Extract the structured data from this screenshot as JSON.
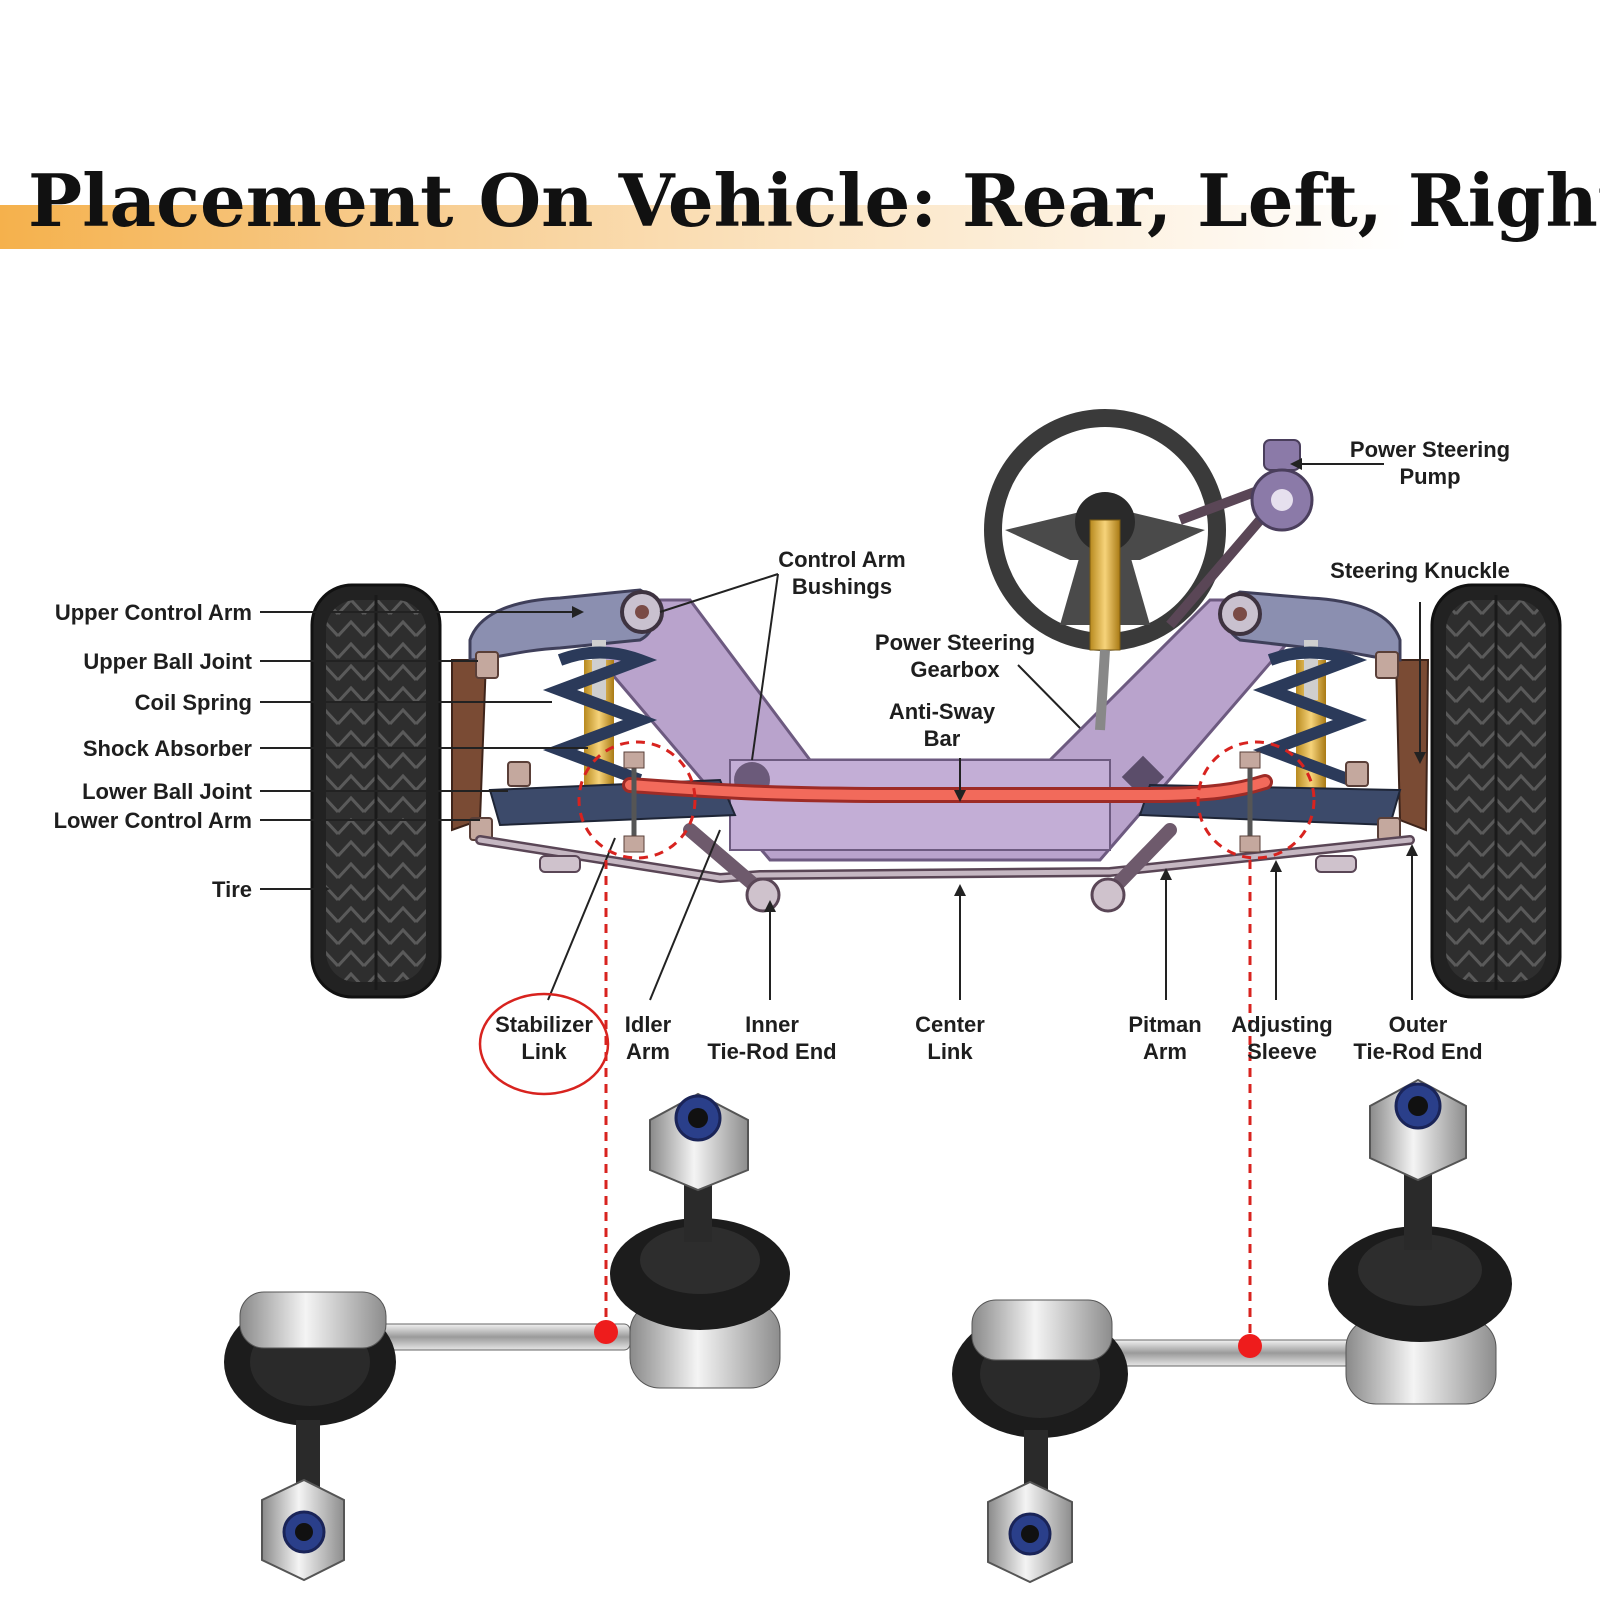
{
  "title": "Placement On Vehicle: Rear, Left, Right",
  "labels": {
    "upper_control_arm": "Upper Control Arm",
    "upper_ball_joint": "Upper Ball Joint",
    "coil_spring": "Coil Spring",
    "shock_absorber": "Shock Absorber",
    "lower_ball_joint": "Lower Ball Joint",
    "lower_control_arm": "Lower Control Arm",
    "tire": "Tire",
    "control_arm_bushings": [
      "Control Arm",
      "Bushings"
    ],
    "power_steering_gearbox": [
      "Power Steering",
      "Gearbox"
    ],
    "anti_sway_bar": [
      "Anti-Sway",
      "Bar"
    ],
    "power_steering_pump": [
      "Power Steering",
      "Pump"
    ],
    "steering_knuckle": "Steering Knuckle",
    "stabilizer_link": [
      "Stabilizer",
      "Link"
    ],
    "idler_arm": [
      "Idler",
      "Arm"
    ],
    "inner_tie_rod_end": [
      "Inner",
      "Tie-Rod End"
    ],
    "center_link": [
      "Center",
      "Link"
    ],
    "pitman_arm": [
      "Pitman",
      "Arm"
    ],
    "adjusting_sleeve": [
      "Adjusting",
      "Sleeve"
    ],
    "outer_tie_rod_end": [
      "Outer",
      "Tie-Rod End"
    ]
  },
  "colors": {
    "title_band": "#f5b14c",
    "frame": "#b9a3cc",
    "highlight": "#d8231f",
    "anti_sway_bar": "#f26a5b",
    "tire": "#2b2b2b"
  }
}
